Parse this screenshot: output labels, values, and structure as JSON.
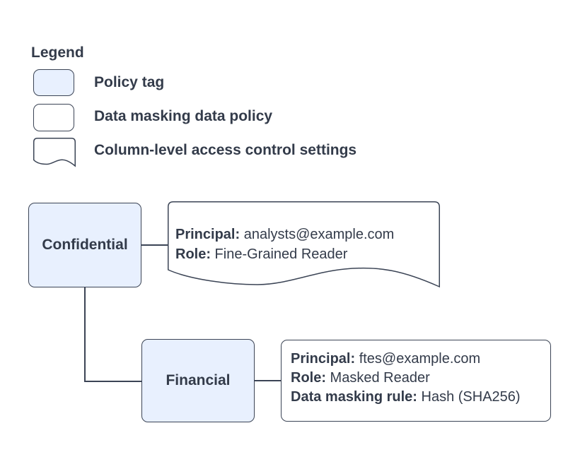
{
  "colors": {
    "policy_tag_fill": "#e8f0fe",
    "shape_stroke": "#3b4455",
    "note_fill": "#ffffff",
    "text": "#333b4a",
    "background": "#ffffff"
  },
  "legend": {
    "title": "Legend",
    "items": [
      {
        "swatch": "policy-tag-swatch",
        "label": "Policy tag"
      },
      {
        "swatch": "data-masking-policy-swatch",
        "label": "Data masking data policy"
      },
      {
        "swatch": "column-access-control-swatch",
        "label": "Column-level access control settings"
      }
    ]
  },
  "diagram": {
    "nodes": [
      {
        "id": "confidential",
        "type": "policy-tag",
        "label": "Confidential"
      },
      {
        "id": "financial",
        "type": "policy-tag",
        "label": "Financial"
      }
    ],
    "access_control_note": {
      "type": "column-level-access-control-settings",
      "attached_to": "confidential",
      "lines": [
        {
          "key": "Principal:",
          "value": " analysts@example.com"
        },
        {
          "key": "Role:",
          "value": " Fine-Grained Reader"
        }
      ]
    },
    "data_masking_note": {
      "type": "data-masking-data-policy",
      "attached_to": "financial",
      "lines": [
        {
          "key": "Principal:",
          "value": " ftes@example.com"
        },
        {
          "key": "Role:",
          "value": " Masked Reader"
        },
        {
          "key": "Data masking rule:",
          "value": " Hash (SHA256)"
        }
      ]
    },
    "edges": [
      {
        "from": "confidential",
        "to": "access_control_note"
      },
      {
        "from": "confidential",
        "to": "financial"
      },
      {
        "from": "financial",
        "to": "data_masking_note"
      }
    ]
  }
}
